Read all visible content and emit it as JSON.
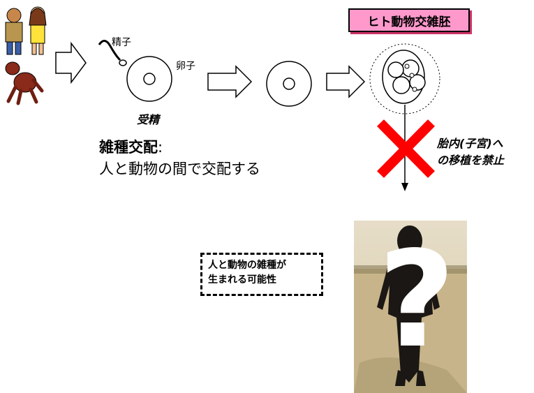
{
  "title": "ヒト動物交雑胚",
  "labels": {
    "sperm": "精子",
    "egg": "卵子",
    "fertilization": "受精"
  },
  "hybrid_mating": {
    "heading": "雑種交配",
    "colon": ":",
    "description": "人と動物の間で交配する"
  },
  "prohibition": {
    "line1": "胎内(子宮)へ",
    "line2": "の移植を禁止"
  },
  "possibility_note": {
    "line1": "人と動物の雑種が",
    "line2": "生まれる可能性"
  },
  "question_mark": "?",
  "colors": {
    "title_bg": "#ff99cc",
    "cross": "#ff0000",
    "photo_ground": "#c8b48a",
    "photo_sky": "#e6ddc8"
  }
}
